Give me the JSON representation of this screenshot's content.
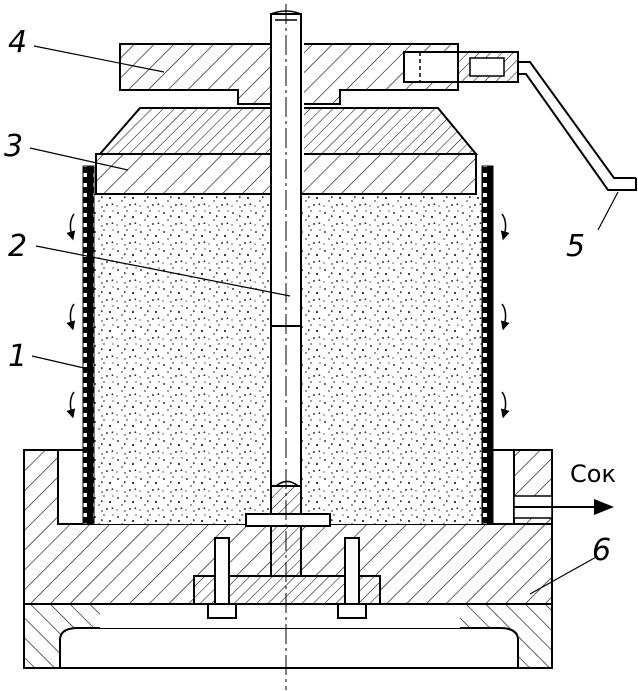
{
  "labels": {
    "perforated_basket": "1",
    "central_rod": "2",
    "pressing_plate": "3",
    "screw_handwheel": "4",
    "handle_lever": "5",
    "base_tray": "6"
  },
  "outlet_label": "Сок",
  "colors": {
    "ink": "#000000",
    "paper": "#ffffff"
  }
}
